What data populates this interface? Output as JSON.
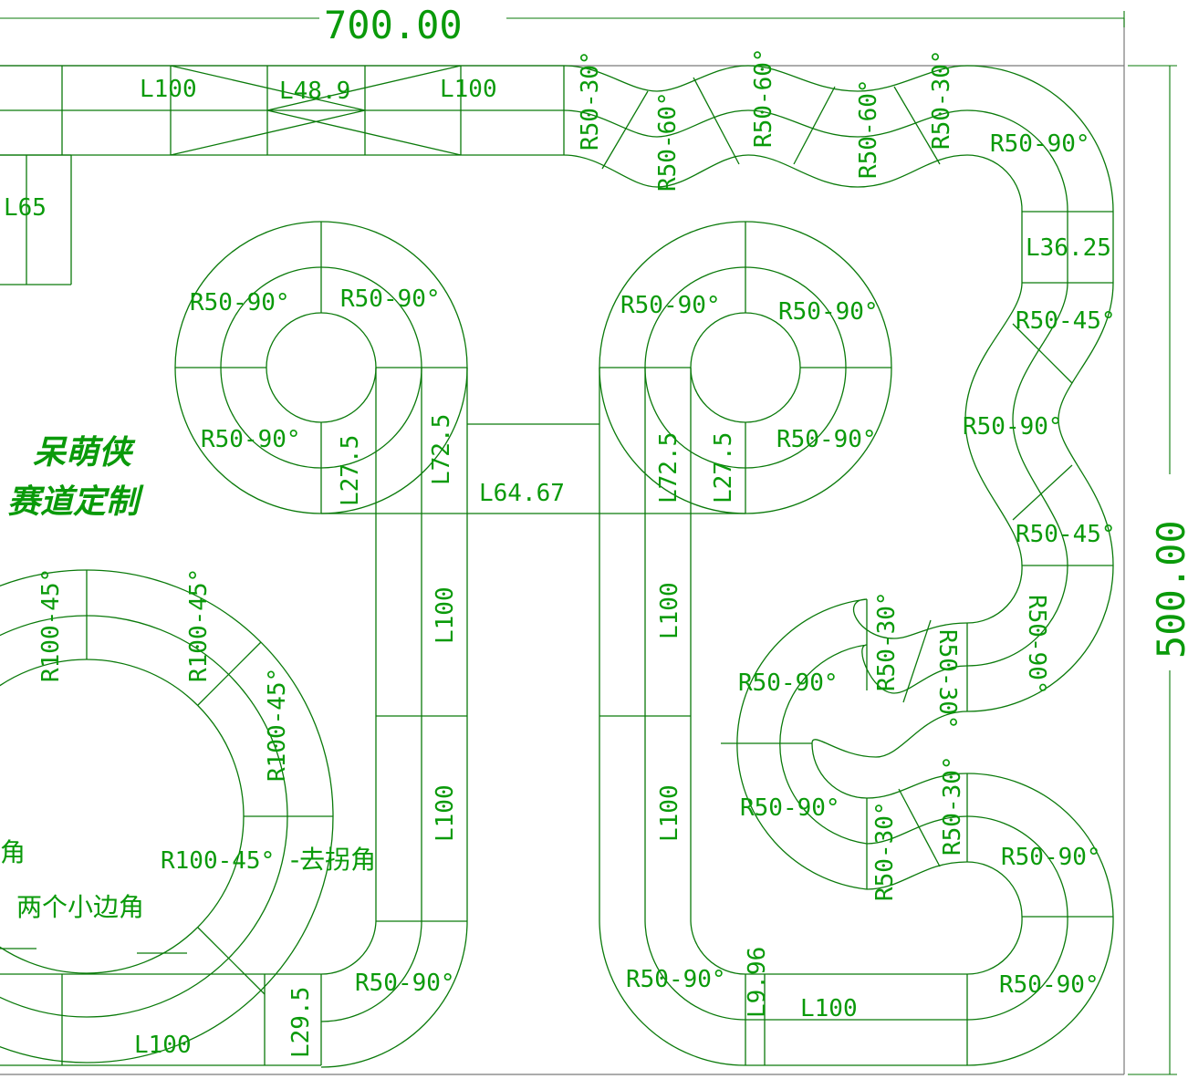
{
  "dimensions": {
    "width": "700.00",
    "height": "500.00"
  },
  "watermark": [
    "呆萌侠",
    "赛道定制"
  ],
  "colors": {
    "track": "#0a7a0a",
    "label": "#0a9a0a",
    "frame": "#7a7a7a",
    "background": "#ffffff"
  },
  "labels": {
    "top_l100_a": "L100",
    "top_l48": "L48.9",
    "top_l100_b": "L100",
    "wave_r30_a": "R50-30°",
    "wave_r60_a": "R50-60°",
    "wave_r60_b": "R50-60°",
    "wave_r60_c": "R50-60°",
    "wave_r30_b": "R50-30°",
    "right_r90_top": "R50-90°",
    "right_l36": "L36.25",
    "right_r45_a": "R50-45°",
    "right_r90_mid": "R50-90°",
    "right_r45_b": "R50-45°",
    "right_r90_rot": "R50-90°",
    "left_l65": "L65",
    "lc_r90_tl": "R50-90°",
    "lc_r90_tr": "R50-90°",
    "lc_r90_bl": "R50-90°",
    "lc_l275": "L27.5",
    "lc_l725": "L72.5",
    "mid_l6467": "L64.67",
    "rc_r90_tl": "R50-90°",
    "rc_r90_tr": "R50-90°",
    "rc_r90_br": "R50-90°",
    "rc_l725": "L72.5",
    "rc_l275": "L27.5",
    "col_l100_a": "L100",
    "col_l100_b": "L100",
    "col_l100_c": "L100",
    "col_l100_d": "L100",
    "big_r100_a": "R100-45°",
    "big_r100_b": "R100-45°",
    "big_r100_c": "R100-45°",
    "big_r100_d": "R100-45°",
    "remove_corner": "-去拐角",
    "corner_cut": "角",
    "two_corners": "两个小边角",
    "bl_r90": "R50-90°",
    "bl_l295": "L29.5",
    "bl_l100": "L100",
    "sm_r90_a": "R50-90°",
    "sm_r30_a": "R50-30°",
    "sm_r30_b": "R50-30°",
    "sm_r90_b": "R50-90°",
    "sm_r30_c": "R50-30°",
    "sm_r30_d": "R50-30°",
    "br_r90_a": "R50-90°",
    "br_r90_b": "R50-90°",
    "bm_r90": "R50-90°",
    "bm_l996": "L9.96",
    "bm_l100": "L100"
  }
}
